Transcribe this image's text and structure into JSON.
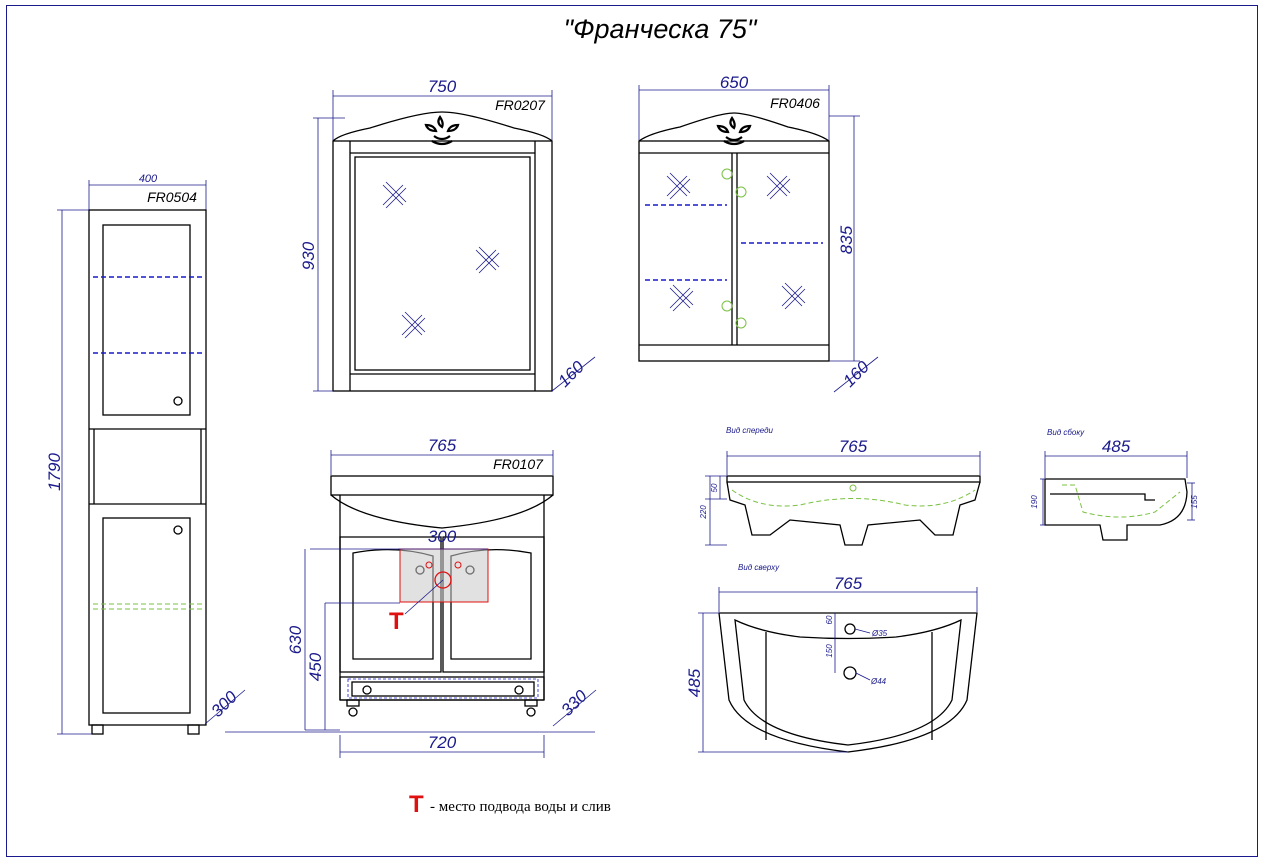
{
  "title": "\"Франческа 75\"",
  "products": {
    "pencil_case": {
      "code": "FR0504",
      "width": "400",
      "height": "1790",
      "depth": "300"
    },
    "mirror": {
      "code": "FR0207",
      "width": "750",
      "height": "930",
      "depth": "160"
    },
    "mirror_cabinet": {
      "code": "FR0406",
      "width": "650",
      "height": "835",
      "depth": "160"
    },
    "vanity": {
      "code": "FR0107",
      "width_top": "765",
      "width_bottom": "720",
      "height_total": "630",
      "height_mid": "450",
      "depth": "330",
      "inset": "300"
    }
  },
  "basin": {
    "front_view_label": "Вид спереди",
    "side_view_label": "Вид сбоку",
    "top_view_label": "Вид сверху",
    "front": {
      "width": "765",
      "rim": "50",
      "height": "220"
    },
    "side": {
      "depth": "485",
      "height_a": "190",
      "height_b": "155"
    },
    "top": {
      "width": "765",
      "depth": "485",
      "offset_a": "60",
      "offset_b": "150",
      "hole_a": "Ø35",
      "hole_b": "Ø44"
    }
  },
  "legend": {
    "symbol": "T",
    "text": "- место подвода воды и слив"
  },
  "colors": {
    "dimension": "#1a1a8c",
    "shelf": "#1a1acc",
    "accent": "#e01010",
    "hidden": "#7ac142"
  }
}
